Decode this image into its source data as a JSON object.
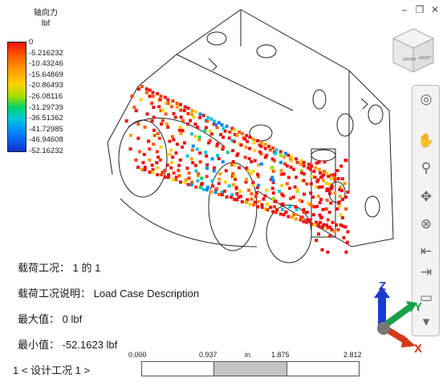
{
  "legend": {
    "title": "轴向力",
    "unit": "lbf",
    "ticks": [
      "0",
      "-5.216232",
      "-10.43246",
      "-15.64869",
      "-20.86493",
      "-26.08116",
      "-31.29739",
      "-36.51362",
      "-41.72985",
      "-46.94608",
      "-52.16232"
    ]
  },
  "window_controls": {
    "minimize": "⎯",
    "restore": "❐",
    "close": "✕"
  },
  "viewcube": {
    "front": "FRONT",
    "right": "RIGHT"
  },
  "info": {
    "load_case": "载荷工况： 1 的 1",
    "load_case_desc": "载荷工况说明： Load Case Description",
    "max_value": "最大值： 0 lbf",
    "min_value": "最小值： -52.1623 lbf"
  },
  "design_case": "1 < 设计工况  1 >",
  "ruler": {
    "labels": [
      "0.000",
      "0.937",
      "in",
      "1.875",
      "2.812"
    ]
  },
  "axes": {
    "x": "X",
    "y": "Y",
    "z": "Z"
  },
  "colors": {
    "max_red": "#ee1111",
    "min_blue": "#1030d0",
    "x_axis": "#d23a1a",
    "y_axis": "#1aa04a",
    "z_axis": "#1a3ad2"
  }
}
